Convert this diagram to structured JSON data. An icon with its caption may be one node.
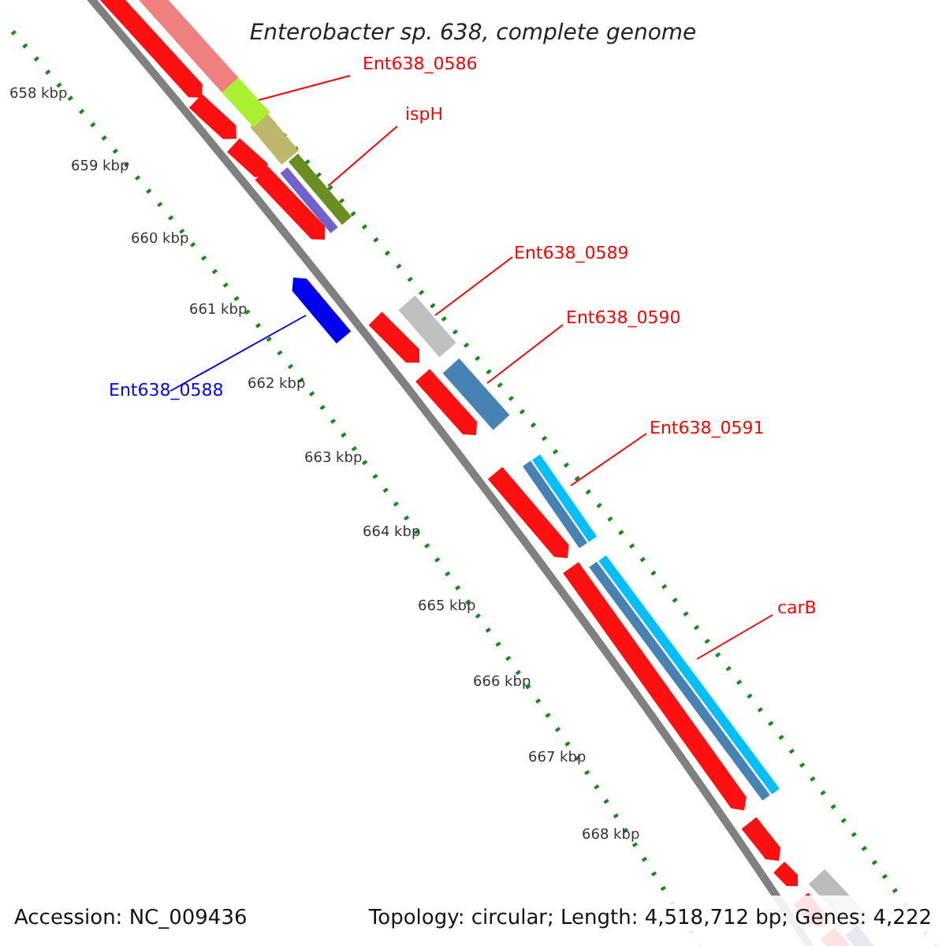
{
  "diagram": {
    "title": "Enterobacter sp. 638, complete genome",
    "nodes": [
      {
        "text": [
          "Ent638_0586"
        ]
      },
      {
        "text": [],
        "shape": "bar"
      },
      {
        "text": [
          "ispH"
        ]
      },
      {
        "text": [],
        "shape": "bar"
      },
      {
        "text": [
          "Ent638_0588"
        ]
      },
      {
        "text": [],
        "shape": "bar"
      },
      {
        "text": [
          "Ent638_0589"
        ]
      },
      {
        "text": [],
        "shape": "bar"
      },
      {
        "text": [
          "Ent638_0590"
        ]
      },
      {
        "text": [],
        "shape": "bar"
      },
      {
        "text": [
          "Ent638_0591"
        ]
      },
      {
        "text": [],
        "shape": "bar"
      },
      {
        "text": [
          "carB"
        ]
      },
      {
        "text": [],
        "shape": "bar"
      }
    ],
    "edges": [
      {
        "from": 0,
        "to": 1,
        "arrow": "none"
      },
      {
        "from": 2,
        "to": 3,
        "arrow": "none"
      },
      {
        "from": 4,
        "to": 5,
        "arrow": "none",
        "color": "#0000ff"
      },
      {
        "from": 6,
        "to": 7,
        "arrow": "none"
      },
      {
        "from": 8,
        "to": 9,
        "arrow": "none"
      },
      {
        "from": 10,
        "to": 11,
        "arrow": "none"
      },
      {
        "from": 12,
        "to": 13,
        "arrow": "none"
      }
    ],
    "labels": [
      "658 kbp",
      "659 kbp",
      "660 kbp",
      "661 kbp",
      "662 kbp",
      "663 kbp",
      "664 kbp",
      "665 kbp",
      "666 kbp",
      "667 kbp",
      "668 kbp",
      "Accession: NC_009436",
      "Topology: circular; Length: 4,518,712 bp; Genes: 4,222"
    ]
  }
}
